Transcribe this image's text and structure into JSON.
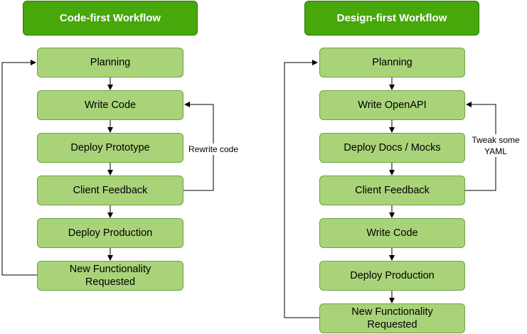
{
  "left": {
    "title": "Code-first Workflow",
    "steps": [
      "Planning",
      "Write Code",
      "Deploy Prototype",
      "Client Feedback",
      "Deploy Production",
      "New Functionality Requested"
    ],
    "loop_label": "Rewrite code"
  },
  "right": {
    "title": "Design-first Workflow",
    "steps": [
      "Planning",
      "Write OpenAPI",
      "Deploy Docs / Mocks",
      "Client Feedback",
      "Write Code",
      "Deploy Production",
      "New Functionality Requested"
    ],
    "loop_label": "Tweak some YAML"
  },
  "colors": {
    "title_fill": "#46a80a",
    "step_fill": "#a9d379",
    "step_border": "#6aa243",
    "connector": "#000000"
  }
}
